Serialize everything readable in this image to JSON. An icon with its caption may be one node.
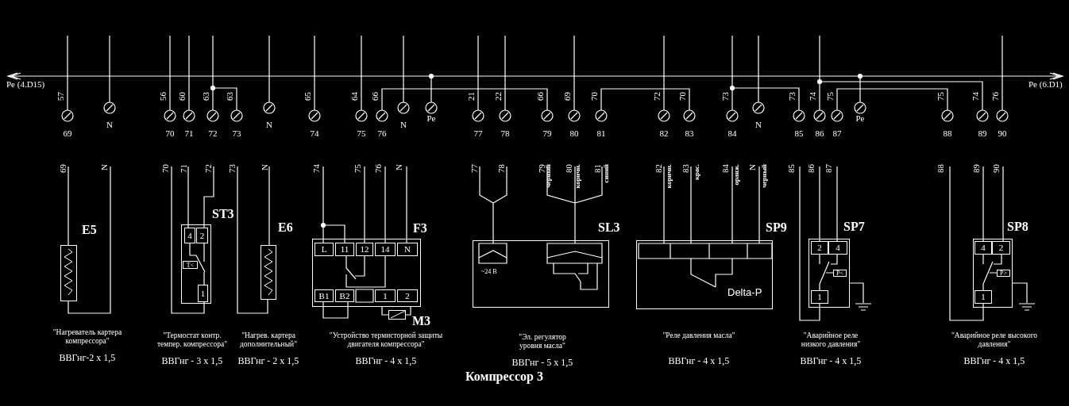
{
  "diagram": {
    "caption": "Компрессор 3",
    "nodes": [
      {
        "text": [
          "E5"
        ],
        "beside": [
          "\"Нагреватель картера компрессора\"",
          "ВВГнг-2 x 1,5"
        ]
      },
      {
        "text": [
          "ST3",
          "4",
          "2",
          "T<",
          "1"
        ],
        "beside": [
          "\"Термостат контр. темпер. компрессора\"",
          "ВВГнг - 3 x 1,5"
        ]
      },
      {
        "text": [
          "E6"
        ],
        "beside": [
          "\"Нагрев. картера дополнительный\"",
          "ВВГнг - 2 x 1,5"
        ]
      },
      {
        "text": [
          "F3",
          "L",
          "11",
          "12",
          "14",
          "N",
          "B1",
          "B2",
          "1",
          "2"
        ],
        "beside": [
          "\"Устройство термисторной защиты двигателя компрессора\"",
          "ВВГнг - 4 x 1,5"
        ]
      },
      {
        "text": [
          "M3"
        ]
      },
      {
        "text": [
          "SL3",
          "~24 В"
        ],
        "beside": [
          "\"Эл. регулятор уровня масла\"",
          "ВВГнг - 5 x 1,5"
        ]
      },
      {
        "text": [
          "SP9",
          "Delta-P"
        ],
        "beside": [
          "\"Реле давления масла\"",
          "ВВГнг - 4 x 1,5"
        ]
      },
      {
        "text": [
          "SP7",
          "2",
          "4",
          "P<",
          "1"
        ],
        "beside": [
          "\"Аварийное реле низкого давления\"",
          "ВВГнг - 4 x 1,5"
        ]
      },
      {
        "text": [
          "SP8",
          "4",
          "2",
          "P>",
          "1"
        ],
        "beside": [
          "\"Аварийное реле высокого давления\"",
          "ВВГнг - 4 x 1,5"
        ]
      },
      {
        "text": [],
        "shape": "ground"
      },
      {
        "text": [],
        "shape": "ground"
      }
    ],
    "edges": [
      {
        "from": 3,
        "to": 4,
        "arrow": "none"
      },
      {
        "from": 7,
        "to": 9,
        "arrow": "none"
      },
      {
        "from": 8,
        "to": 10,
        "arrow": "none"
      }
    ],
    "labels": [
      "Pe (4.D15)",
      "Pe (6.D1)",
      "57",
      "56",
      "60",
      "63",
      "63",
      "65",
      "64",
      "66",
      "21",
      "22",
      "66",
      "69",
      "70",
      "72",
      "70",
      "73",
      "73",
      "74",
      "75",
      "75",
      "74",
      "76",
      "69",
      "N",
      "70",
      "71",
      "72",
      "73",
      "N",
      "74",
      "75",
      "76",
      "N",
      "Pe",
      "77",
      "78",
      "79",
      "80",
      "81",
      "82",
      "83",
      "84",
      "N",
      "85",
      "86",
      "87",
      "Pe",
      "88",
      "89",
      "90",
      "69",
      "N",
      "70",
      "71",
      "72",
      "73",
      "N",
      "74",
      "75",
      "76",
      "N",
      "77",
      "78",
      "79",
      "черный",
      "80",
      "коричн.",
      "81",
      "синий",
      "82",
      "коричн.",
      "83",
      "крас.",
      "84",
      "оранж.",
      "N",
      "черный",
      "85",
      "86",
      "87",
      "88",
      "89",
      "90"
    ]
  }
}
